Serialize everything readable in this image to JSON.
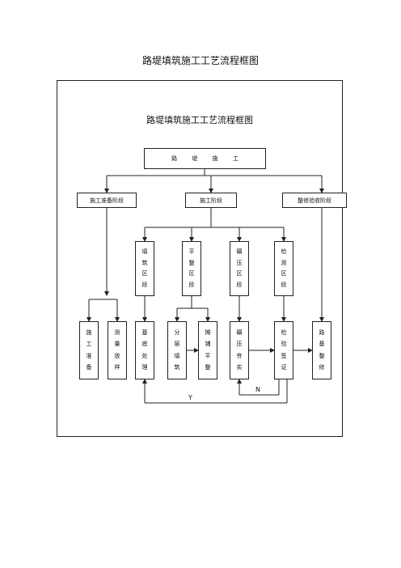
{
  "page_title": "路堤填筑施工工艺流程框图",
  "diagram": {
    "title": "路堤填筑施工工艺流程框图",
    "root": "路 堤 施 工",
    "stages": [
      "施工准备阶段",
      "施工阶段",
      "整修验收阶段"
    ],
    "sections": [
      [
        "填",
        "筑",
        "区",
        "段"
      ],
      [
        "平",
        "整",
        "区",
        "段"
      ],
      [
        "碾",
        "压",
        "区",
        "段"
      ],
      [
        "检",
        "测",
        "区",
        "段"
      ]
    ],
    "steps": [
      [
        "施",
        "工",
        "准",
        "备"
      ],
      [
        "测",
        "量",
        "放",
        "样"
      ],
      [
        "基",
        "底",
        "处",
        "理"
      ],
      [
        "分",
        "层",
        "填",
        "筑"
      ],
      [
        "摊",
        "铺",
        "平",
        "整"
      ],
      [
        "碾",
        "压",
        "夯",
        "实"
      ],
      [
        "检",
        "验",
        "签",
        "证"
      ],
      [
        "路",
        "基",
        "整",
        "修"
      ]
    ],
    "loop_labels": {
      "yes": "Y",
      "no": "N"
    }
  }
}
